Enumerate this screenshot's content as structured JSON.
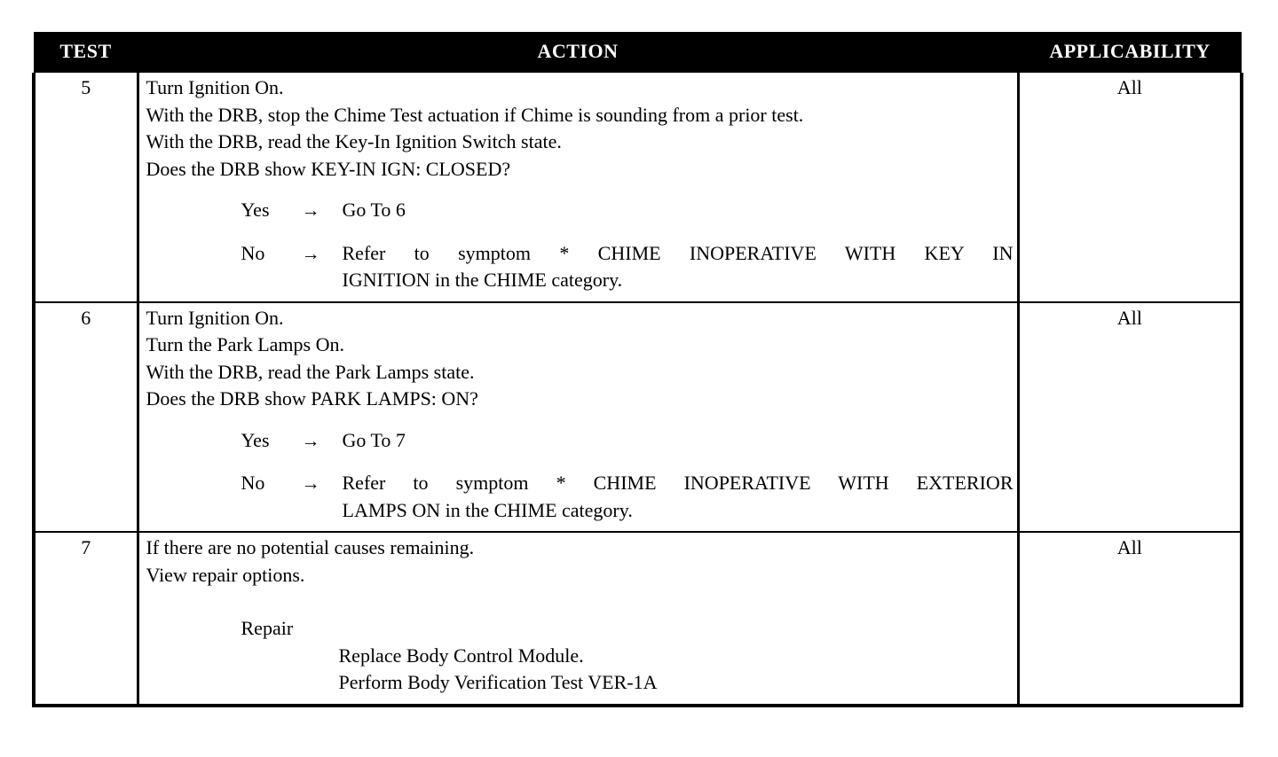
{
  "table": {
    "headers": {
      "test": "TEST",
      "action": "ACTION",
      "applicability": "APPLICABILITY"
    },
    "rows": [
      {
        "test": "5",
        "applicability": "All",
        "statements": [
          "Turn Ignition On.",
          "With the DRB, stop the Chime Test actuation if Chime is sounding from a prior test.",
          "With the DRB, read the Key-In Ignition Switch state.",
          "Does the DRB show KEY-IN IGN: CLOSED?"
        ],
        "branches": [
          {
            "label": "Yes",
            "arrow": "→",
            "lines": [
              "Go To   6"
            ]
          },
          {
            "label": "No",
            "arrow": "→",
            "lines": [
              "Refer to symptom * CHIME INOPERATIVE WITH KEY IN",
              "IGNITION in the CHIME category."
            ]
          }
        ],
        "repair": null
      },
      {
        "test": "6",
        "applicability": "All",
        "statements": [
          "Turn Ignition On.",
          "Turn the Park Lamps On.",
          "With the DRB, read the Park Lamps state.",
          "Does the DRB show PARK LAMPS: ON?"
        ],
        "branches": [
          {
            "label": "Yes",
            "arrow": "→",
            "lines": [
              "Go To   7"
            ]
          },
          {
            "label": "No",
            "arrow": "→",
            "lines": [
              "Refer to symptom * CHIME INOPERATIVE WITH EXTERIOR",
              "LAMPS ON in the CHIME category."
            ]
          }
        ],
        "repair": null
      },
      {
        "test": "7",
        "applicability": "All",
        "statements": [
          "If there are no potential causes remaining.",
          "View repair options."
        ],
        "branches": [],
        "repair": {
          "heading": "Repair",
          "items": [
            "Replace Body Control Module.",
            "Perform Body Verification Test VER-1A"
          ]
        }
      }
    ]
  },
  "colors": {
    "header_background": "#000000",
    "header_text": "#ffffff",
    "body_text": "#000000",
    "page_background": "#ffffff",
    "rule": "#000000"
  }
}
